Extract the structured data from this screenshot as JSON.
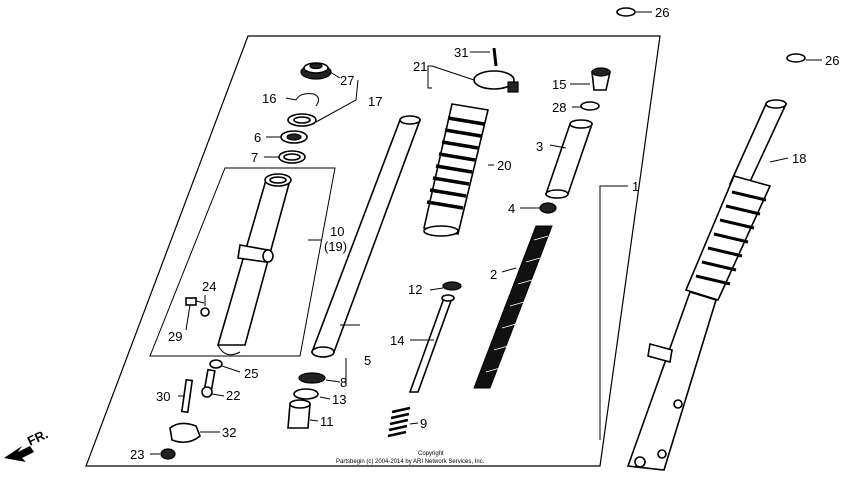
{
  "callouts": {
    "c1": "1",
    "c2": "2",
    "c3": "3",
    "c4": "4",
    "c5": "5",
    "c6": "6",
    "c7": "7",
    "c8": "8",
    "c9": "9",
    "c10": "10",
    "c19": "(19)",
    "c11": "11",
    "c12": "12",
    "c13": "13",
    "c14": "14",
    "c15": "15",
    "c16": "16",
    "c17": "17",
    "c18": "18",
    "c20": "20",
    "c21": "21",
    "c22": "22",
    "c23": "23",
    "c24": "24",
    "c25": "25",
    "c26a": "26",
    "c26b": "26",
    "c27": "27",
    "c28": "28",
    "c29": "29",
    "c30": "30",
    "c31": "31",
    "c32": "32"
  },
  "direction_label": "FR.",
  "copyright": {
    "line1": "Copyright",
    "line2": "Partsbegin (c) 2004-2014 by ARI Network Services, Inc."
  }
}
